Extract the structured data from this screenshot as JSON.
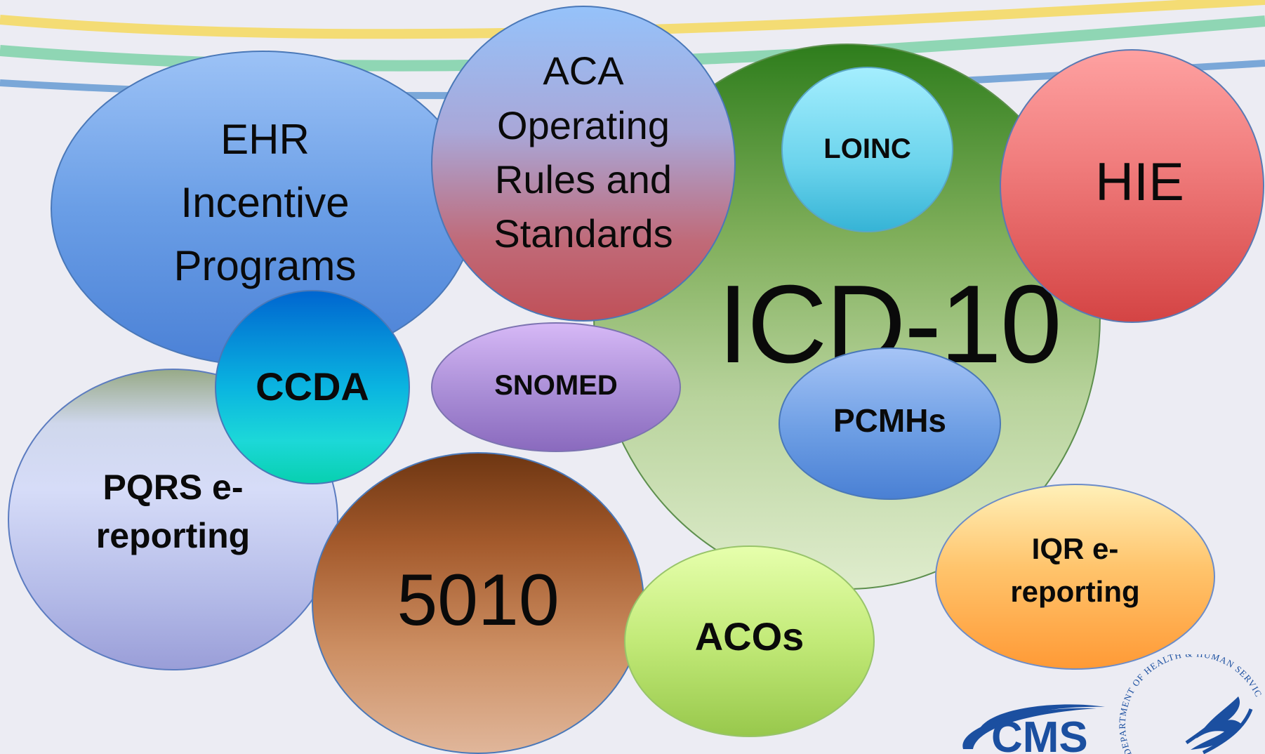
{
  "bubbles": {
    "icd": "ICD-10",
    "ehr": "EHR Incentive Programs",
    "aca": "ACA Operating Rules and Standards",
    "loinc": "LOINC",
    "hie": "HIE",
    "ccda": "CCDA",
    "snomed": "SNOMED",
    "pcmh": "PCMHs",
    "pqrs": "PQRS e-reporting",
    "code_5010": "5010",
    "acos": "ACOs",
    "iqr": "IQR e-reporting"
  },
  "logos": {
    "cms": "CMS",
    "hhs": "DEPARTMENT OF HEALTH & HUMAN SERVICES · USA"
  }
}
